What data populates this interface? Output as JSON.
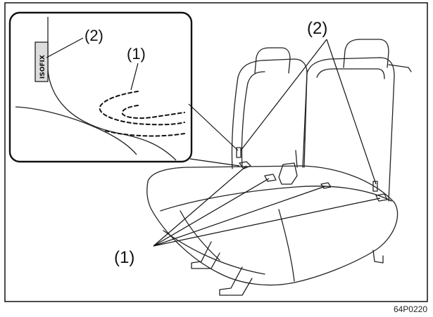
{
  "inset": {
    "label_tag": "(2)",
    "label_anchor": "(1)",
    "tag_text": "ISOFIX"
  },
  "callouts": {
    "label_tag": "(2)",
    "label_anchor": "(1)"
  },
  "figure_code": "64P0220"
}
